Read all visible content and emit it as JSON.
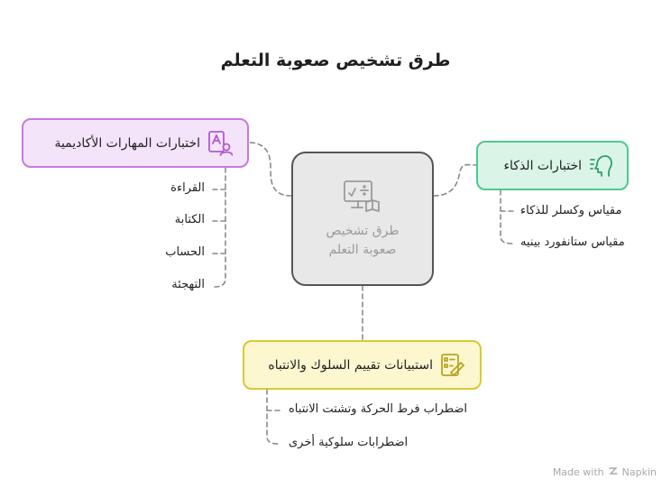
{
  "title": "طرق تشخيص صعوبة التعلم",
  "center": {
    "label": "طرق تشخيص صعوبة التعلم",
    "icon": "computer-math-icon"
  },
  "branches": {
    "academic": {
      "label": "اختبارات المهارات الأكاديمية",
      "icon": "student-grade-icon",
      "color": "#c77ae0",
      "items": [
        "القراءة",
        "الكتابة",
        "الحساب",
        "التهجئة"
      ]
    },
    "iq": {
      "label": "اختبارات الذكاء",
      "icon": "brain-head-icon",
      "color": "#4fc88f",
      "items": [
        "مقياس وكسلر للذكاء",
        "مقياس ستانفورد بينيه"
      ]
    },
    "behavior": {
      "label": "استبيانات تقييم السلوك والانتباه",
      "icon": "checklist-pen-icon",
      "color": "#d9c935",
      "items": [
        "اضطراب فرط الحركة وتشتت الانتباه",
        "اضطرابات سلوكية أخرى"
      ]
    }
  },
  "footer": {
    "text": "Made with",
    "brand": "Napkin"
  }
}
